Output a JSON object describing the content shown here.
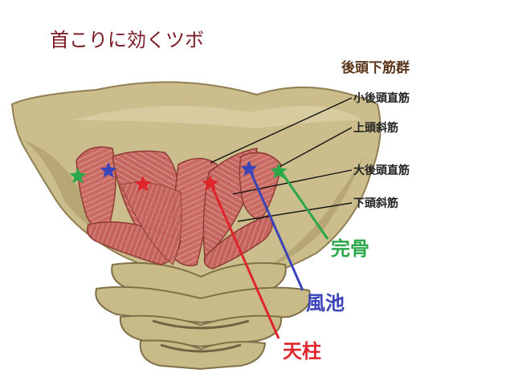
{
  "title": "首こりに効くツボ",
  "muscle_group": "後頭下筋群",
  "muscles": [
    {
      "label": "小後頭直筋"
    },
    {
      "label": "上頭斜筋"
    },
    {
      "label": "大後頭直筋"
    },
    {
      "label": "下頭斜筋"
    }
  ],
  "points": [
    {
      "label": "完骨",
      "color": "#2aa84a",
      "marker": "green-star"
    },
    {
      "label": "風池",
      "color": "#3b44b8",
      "marker": "blue-star"
    },
    {
      "label": "天柱",
      "color": "#e0242b",
      "marker": "red-star"
    }
  ],
  "colors": {
    "bone": "#cbbd8c",
    "bone_shadow": "#8f7f52",
    "muscle": "#c96a63",
    "muscle_fiber": "#e9b3a8",
    "title": "#7a1a22",
    "group_label": "#5a3418"
  }
}
